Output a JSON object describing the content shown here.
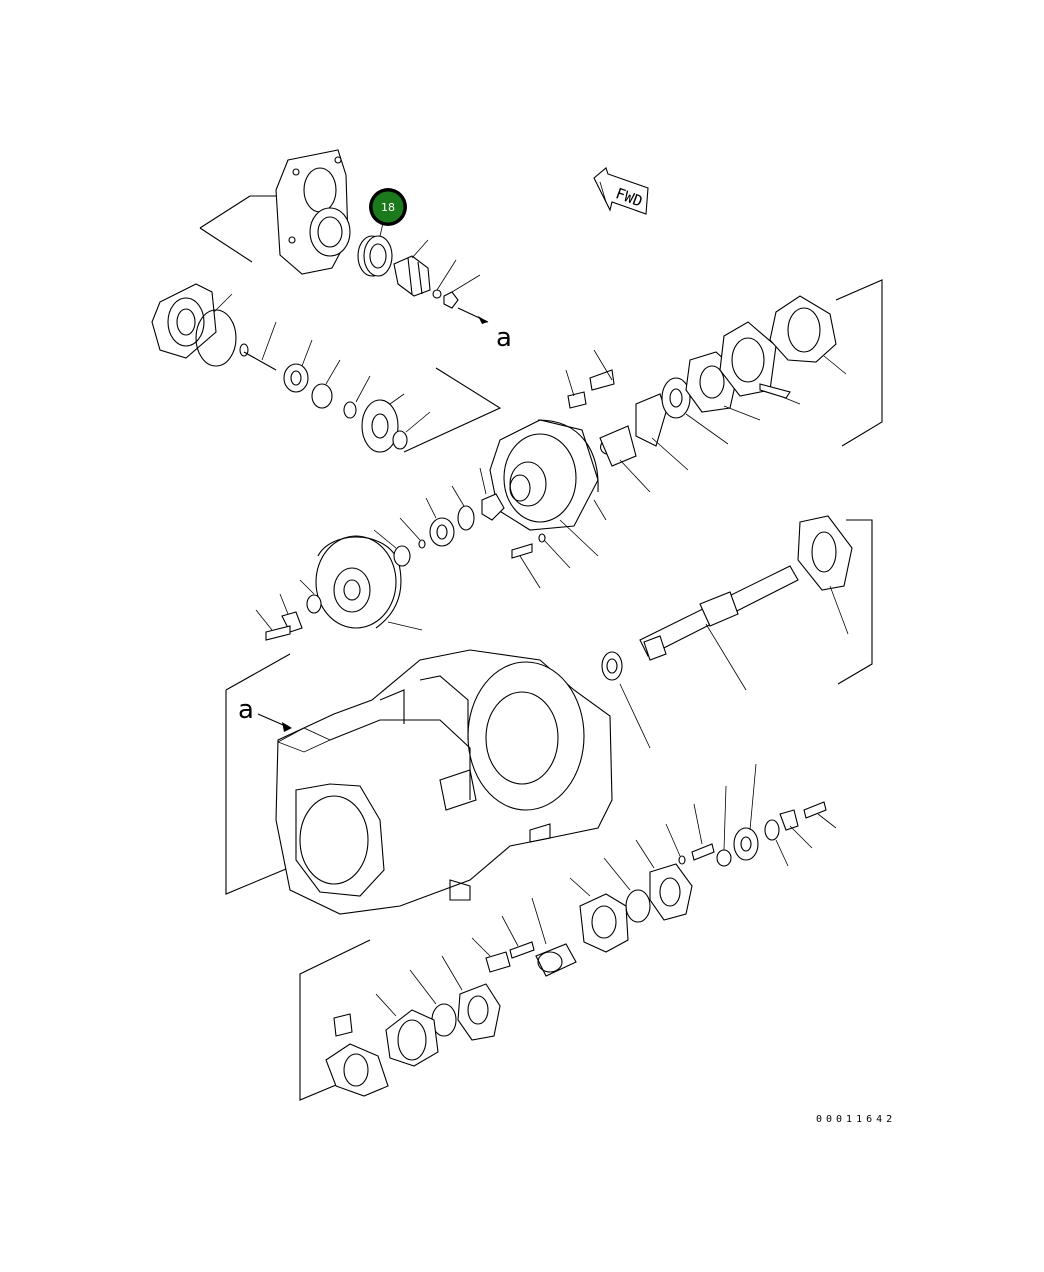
{
  "diagram": {
    "callout": {
      "label": "18",
      "fill": "#1b7a1b",
      "ring": "#000000"
    },
    "fwd_label": "FWD",
    "ref_letter_top": "a",
    "ref_letter_bottom": "a",
    "drawing_code": "00011642"
  }
}
